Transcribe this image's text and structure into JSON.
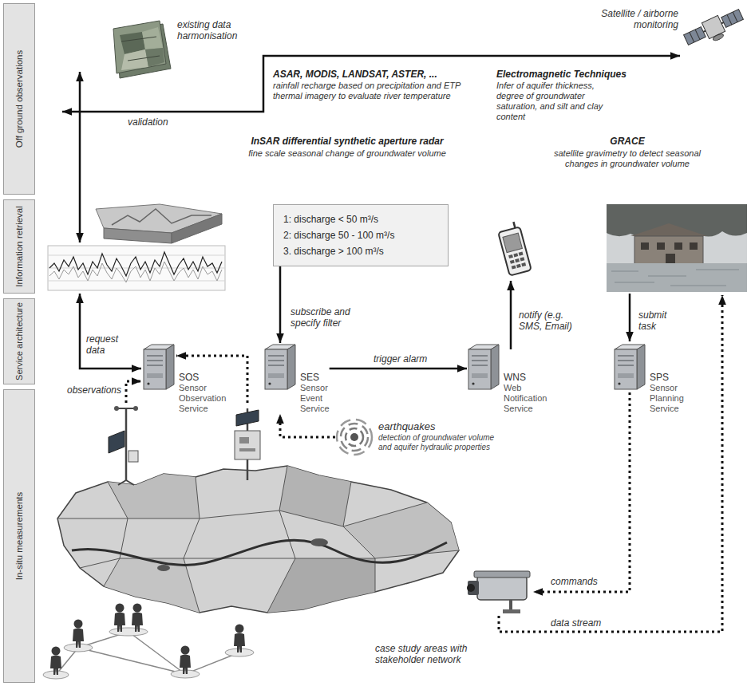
{
  "diagram": {
    "nodes": [
      {
        "text": [
          "Off ground observations"
        ]
      },
      {
        "text": [
          "Information retrieval"
        ]
      },
      {
        "text": [
          "Service architecture"
        ]
      },
      {
        "text": [
          "In-situ measurements"
        ]
      },
      {
        "text": [
          "1: discharge < 50 m³/s",
          "2: discharge 50 - 100 m³/s",
          "3. discharge > 100 m³/s"
        ]
      },
      {
        "text": [
          "SOS",
          "Sensor Observation Service"
        ]
      },
      {
        "text": [
          "SES",
          "Sensor Event Service"
        ]
      },
      {
        "text": [
          "WNS",
          "Web Notification Service"
        ]
      },
      {
        "text": [
          "SPS",
          "Sensor Planning Service"
        ]
      },
      {
        "text": [
          "earthquakes",
          "detection of groundwater volume and aquifer hydraulic properties"
        ]
      }
    ],
    "edges": [
      {
        "from": 4,
        "to": 6,
        "label": "subscribe and specify filter",
        "arrow": "to"
      },
      {
        "from": 6,
        "to": 7,
        "label": "trigger alarm",
        "arrow": "to"
      },
      {
        "from": 9,
        "to": 6,
        "arrow": "to"
      }
    ],
    "labels": [
      "existing data harmonisation",
      "Satellite / airborne monitoring",
      "ASAR, MODIS, LANDSAT, ASTER, ...",
      "rainfall recharge based on precipitation and ETP thermal imagery to evaluate river temperature",
      "validation",
      "Electromagnetic Techniques",
      "Infer of aquifer thickness, degree of groundwater saturation, and silt and clay content",
      "InSAR differential synthetic aperture radar",
      "fine scale seasonal change of groundwater volume",
      "GRACE",
      "satellite gravimetry to detect seasonal changes in groundwater volume",
      "notify (e.g. SMS, Email)",
      "submit task",
      "request data",
      "observations",
      "commands",
      "data stream",
      "case study areas with stakeholder network"
    ]
  }
}
